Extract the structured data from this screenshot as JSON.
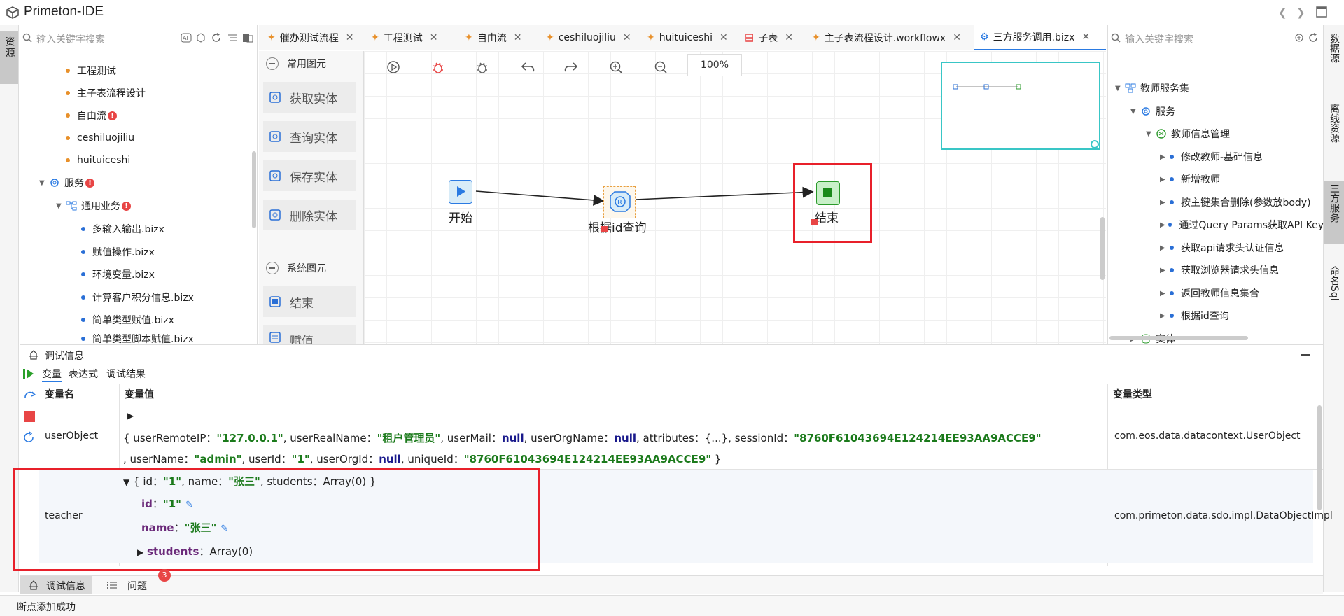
{
  "app": {
    "title": "Primeton-IDE"
  },
  "left_strip": {
    "tab": "资源"
  },
  "right_strip": {
    "tabs": [
      "数据源",
      "离线资源",
      "三方服务",
      "命名Sql"
    ]
  },
  "left_panel": {
    "search_placeholder": "输入关键字搜索",
    "tree": [
      {
        "label": "工程测试",
        "dot": "orange",
        "badge": ""
      },
      {
        "label": "主子表流程设计",
        "dot": "orange",
        "badge": ""
      },
      {
        "label": "自由流",
        "dot": "orange",
        "badge": "!"
      },
      {
        "label": "ceshiluojiliu",
        "dot": "orange",
        "badge": ""
      },
      {
        "label": "huituiceshi",
        "dot": "orange",
        "badge": ""
      },
      {
        "label": "服务",
        "dot": "",
        "badge": "!"
      },
      {
        "label": "通用业务",
        "dot": "",
        "badge": "!"
      },
      {
        "label": "多输入输出.bizx",
        "dot": "blue",
        "badge": ""
      },
      {
        "label": "赋值操作.bizx",
        "dot": "blue",
        "badge": ""
      },
      {
        "label": "环境变量.bizx",
        "dot": "blue",
        "badge": ""
      },
      {
        "label": "计算客户积分信息.bizx",
        "dot": "blue",
        "badge": ""
      },
      {
        "label": "简单类型赋值.bizx",
        "dot": "blue",
        "badge": ""
      },
      {
        "label": "简单类型脚本赋值.bizx",
        "dot": "blue",
        "badge": ""
      }
    ]
  },
  "tabs": [
    {
      "label": "催办测试流程"
    },
    {
      "label": "工程测试"
    },
    {
      "label": "自由流"
    },
    {
      "label": "ceshiluojiliu"
    },
    {
      "label": "huituiceshi"
    },
    {
      "label": "子表"
    },
    {
      "label": "主子表流程设计.workflowx"
    },
    {
      "label": "三方服务调用.bizx",
      "active": true
    }
  ],
  "palette": {
    "cat1": "常用图元",
    "items1": [
      "获取实体",
      "查询实体",
      "保存实体",
      "删除实体"
    ],
    "cat2": "系统图元",
    "items2": [
      "结束",
      "赋值"
    ]
  },
  "canvas": {
    "zoom": "100%",
    "nodes": {
      "start": "开始",
      "query": "根据id查询",
      "end": "结束"
    }
  },
  "right_panel": {
    "search_placeholder": "输入关键字搜索",
    "tree": [
      {
        "label": "教师服务集"
      },
      {
        "label": "服务"
      },
      {
        "label": "教师信息管理"
      },
      {
        "label": "修改教师-基础信息"
      },
      {
        "label": "新增教师"
      },
      {
        "label": "按主键集合删除(参数放body)"
      },
      {
        "label": "通过Query Params获取API Key"
      },
      {
        "label": "获取api请求头认证信息"
      },
      {
        "label": "获取浏览器请求头信息"
      },
      {
        "label": "返回教师信息集合"
      },
      {
        "label": "根据id查询"
      },
      {
        "label": "实体"
      }
    ]
  },
  "debug": {
    "title": "调试信息",
    "subtabs": [
      "变量",
      "表达式",
      "调试结果"
    ],
    "columns": [
      "变量名",
      "变量值",
      "变量类型"
    ],
    "rows": [
      {
        "name": "userObject",
        "type": "com.eos.data.datacontext.UserObject"
      },
      {
        "name": "teacher",
        "type": "com.primeton.data.sdo.impl.DataObjectImpl"
      }
    ],
    "userObject_fields": {
      "userRemoteIP": "\"127.0.0.1\"",
      "userRealName": "\"租户管理员\"",
      "userMail": "null",
      "userOrgName": "null",
      "attributes": "{...}",
      "sessionId": "\"8760F61043694E124214EE93AA9ACCE9\"",
      "userName": "\"admin\"",
      "userId": "\"1\"",
      "userOrgId": "null",
      "uniqueId": "\"8760F61043694E124214EE93AA9ACCE9\""
    },
    "teacher_fields": {
      "id": "\"1\"",
      "name": "\"张三\"",
      "students": "Array(0)"
    }
  },
  "bottom_tabs": [
    {
      "label": "调试信息"
    },
    {
      "label": "问题",
      "badge": "3"
    }
  ],
  "status": "断点添加成功"
}
